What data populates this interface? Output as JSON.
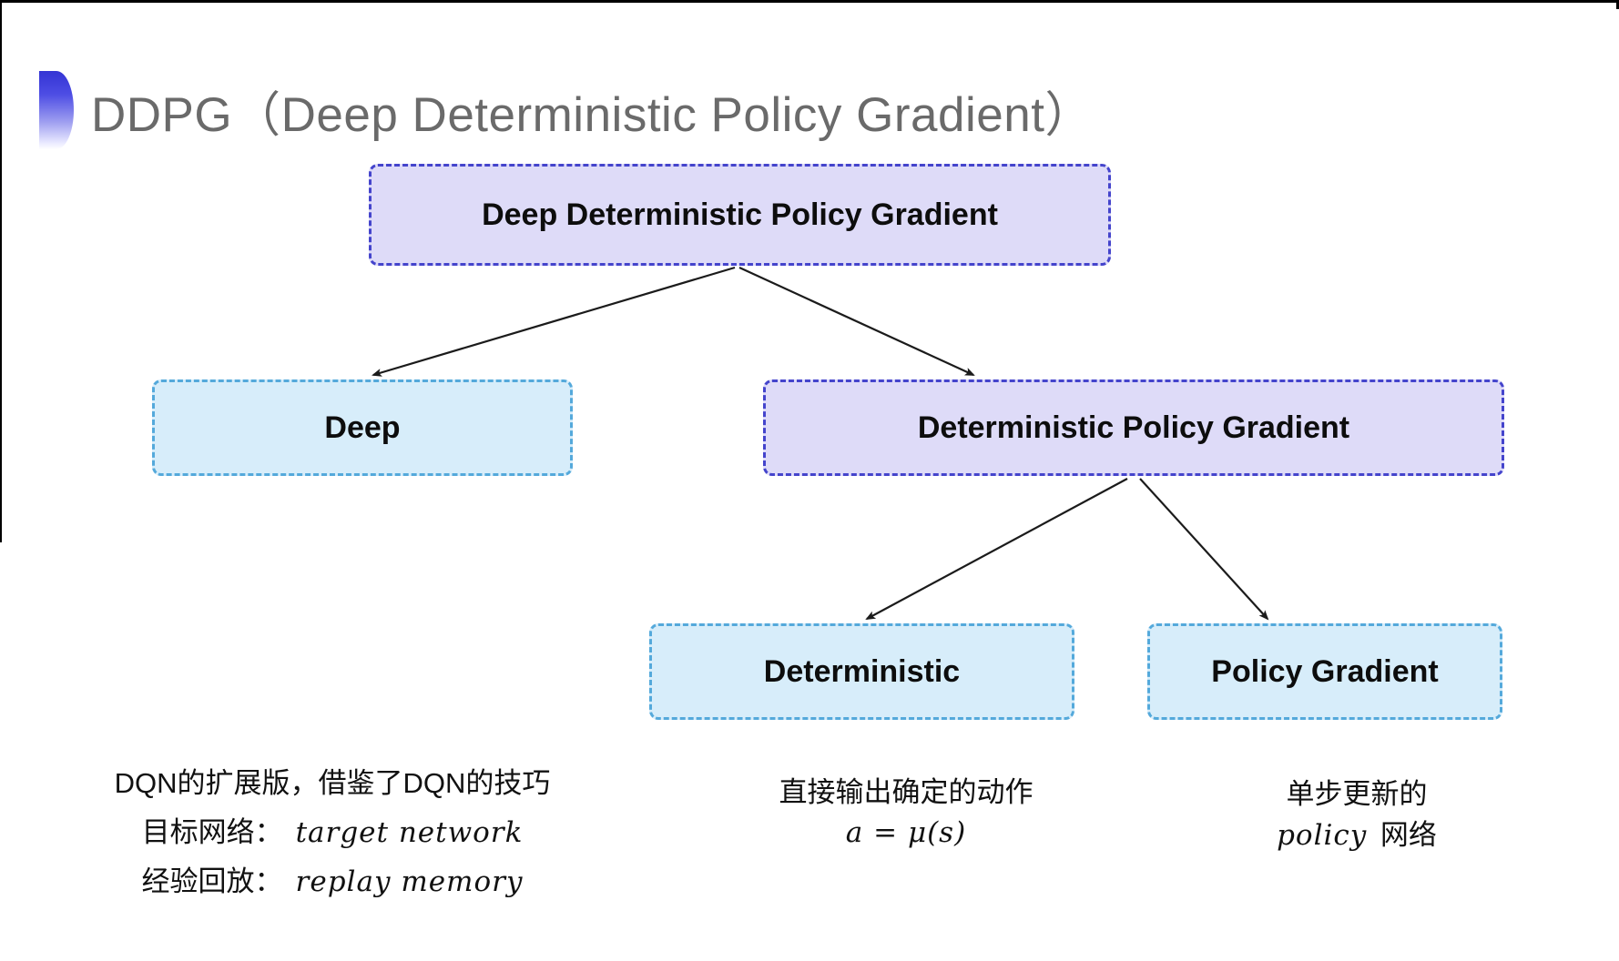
{
  "title": {
    "text": "DDPG（Deep Deterministic Policy Gradient）"
  },
  "colors": {
    "purple_fill": "#dedbf8",
    "purple_border": "#4444cc",
    "blue_fill": "#d7edfa",
    "blue_border": "#54a9db",
    "arrow": "#1b1b1b",
    "title_text": "#6a6a6a",
    "bullet_blue": "#3434d4"
  },
  "nodes": {
    "root": {
      "label": "Deep Deterministic Policy Gradient"
    },
    "deep": {
      "label": "Deep"
    },
    "dpg": {
      "label": "Deterministic Policy Gradient"
    },
    "det": {
      "label": "Deterministic"
    },
    "pg": {
      "label": "Policy Gradient"
    }
  },
  "notes": {
    "left": {
      "line1": "DQN的扩展版，借鉴了DQN的技巧",
      "line2_label": "目标网络：",
      "line2_term": "target network",
      "line3_label": "经验回放：",
      "line3_term": "replay memory"
    },
    "middle": {
      "line1": "直接输出确定的动作",
      "formula": "a = μ(s)"
    },
    "right": {
      "line1": "单步更新的",
      "term": "policy",
      "suffix": "网络"
    }
  }
}
